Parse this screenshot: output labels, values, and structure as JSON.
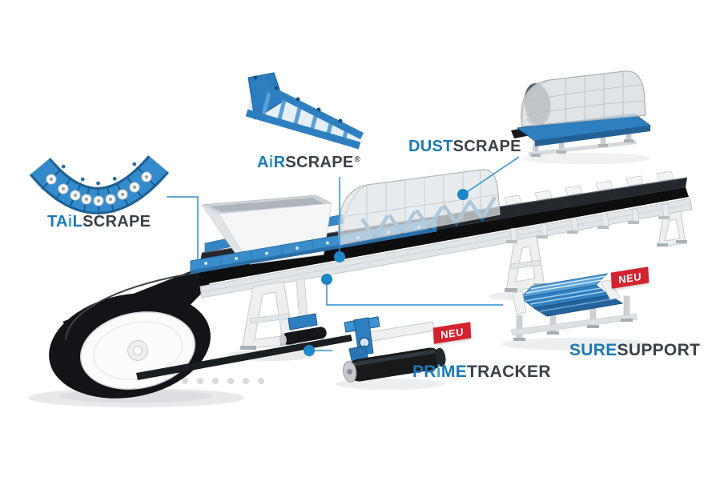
{
  "colors": {
    "brand_blue": "#1a7ab8",
    "brand_blue_light": "#35a3dc",
    "label_dark": "#3a4047",
    "badge_red": "#d2232e",
    "callout_blue": "#2e8fd4",
    "hotspot_dot": "#1e87c8",
    "carousel_dot": "#d9d9d9"
  },
  "products": {
    "tailscrape": {
      "label": "TAiLSCRAPE",
      "segments": [
        {
          "text": "TA",
          "tone": "blue"
        },
        {
          "text": "i",
          "tone": "lightblue"
        },
        {
          "text": "L",
          "tone": "blue"
        },
        {
          "text": "SCRAPE",
          "tone": "dark"
        }
      ]
    },
    "airscrape": {
      "label": "AiRSCRAPE®",
      "registered_mark": "®",
      "segments": [
        {
          "text": "A",
          "tone": "blue"
        },
        {
          "text": "i",
          "tone": "lightblue"
        },
        {
          "text": "R",
          "tone": "blue"
        },
        {
          "text": "SCRAPE",
          "tone": "dark"
        }
      ]
    },
    "dustscrape": {
      "label": "DUSTSCRAPE",
      "segments": [
        {
          "text": "DUST",
          "tone": "blue"
        },
        {
          "text": "SCRAPE",
          "tone": "dark"
        }
      ]
    },
    "primetracker": {
      "label": "PRiMETRACKER",
      "badge": "NEU",
      "segments": [
        {
          "text": "PR",
          "tone": "blue"
        },
        {
          "text": "i",
          "tone": "lightblue"
        },
        {
          "text": "ME",
          "tone": "blue"
        },
        {
          "text": "TRACKER",
          "tone": "dark"
        }
      ]
    },
    "suresupport": {
      "label": "SURESUPPORT",
      "badge": "NEU",
      "segments": [
        {
          "text": "SURE",
          "tone": "blue"
        },
        {
          "text": "SUPPORT",
          "tone": "dark"
        }
      ]
    }
  },
  "carousel": {
    "dot_count": 6
  }
}
